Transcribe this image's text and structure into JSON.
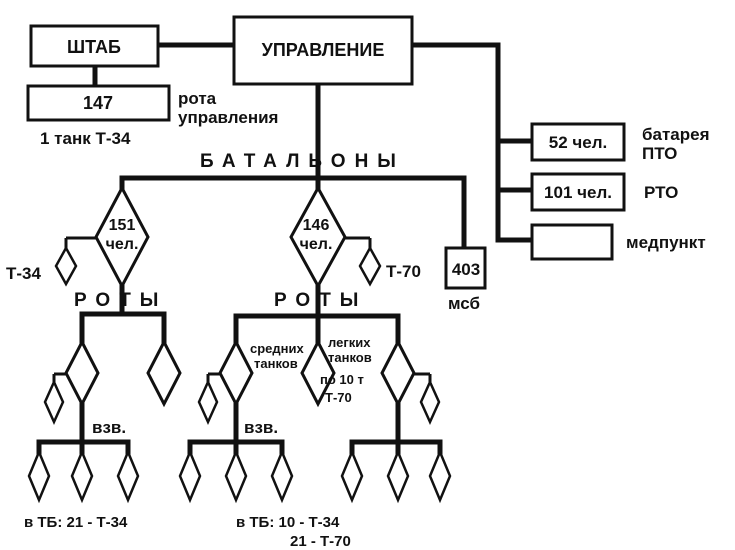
{
  "diagram": {
    "hq": "ШТАБ",
    "command": "УПРАВЛЕНИЕ",
    "hq_company_count": "147",
    "hq_company_label_1": "рота",
    "hq_company_label_2": "управления",
    "hq_tank_note": "1 танк Т-34",
    "battalions_label": "БАТАЛЬОНЫ",
    "battalion_left_1": "151",
    "battalion_left_2": "чел.",
    "battalion_mid_1": "146",
    "battalion_mid_2": "чел.",
    "t34_label": "Т-34",
    "t70_label": "Т-70",
    "msb_count": "403",
    "msb_label": "мсб",
    "companies_left": "РОТЫ",
    "companies_mid": "РОТЫ",
    "medium_tanks_1": "средних",
    "medium_tanks_2": "танков",
    "light_tanks_1": "легких",
    "light_tanks_2": "танков",
    "light_tanks_3": "по 10 т",
    "light_tanks_4": "Т-70",
    "platoon_left": "взв.",
    "platoon_mid": "взв.",
    "totals_left": "в ТБ: 21 - Т-34",
    "totals_mid_1": "в ТБ: 10  -  Т-34",
    "totals_mid_2": "21  -  Т-70",
    "pto_count": "52 чел.",
    "pto_label_1": "батарея",
    "pto_label_2": "ПТО",
    "rto_count": "101 чел.",
    "rto_label": "РТО",
    "med_label": "медпункт"
  }
}
